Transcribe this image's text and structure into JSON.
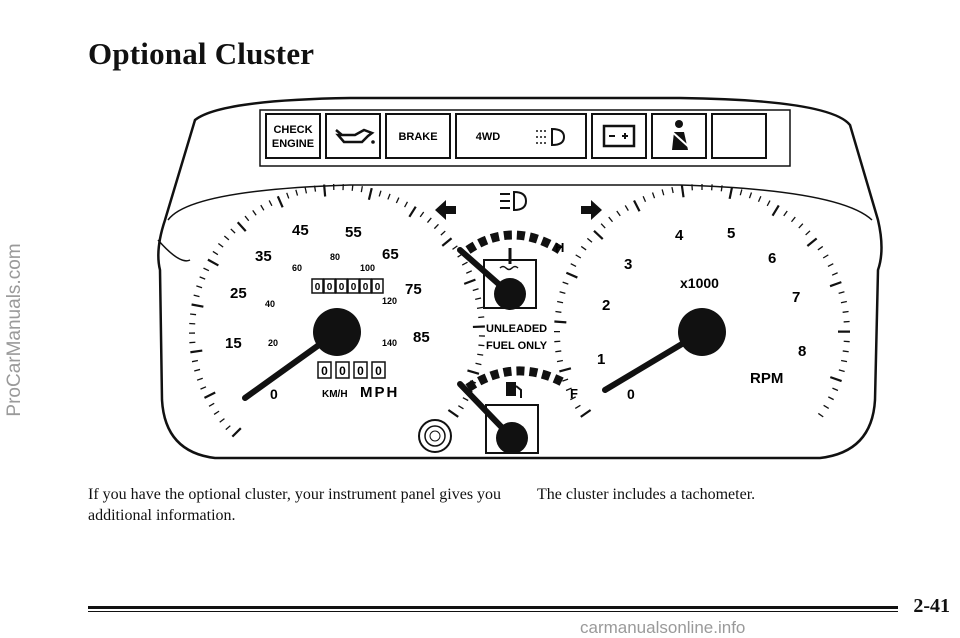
{
  "page": {
    "title": "Optional Cluster",
    "caption_left": "If you have the optional cluster, your instrument panel gives you additional information.",
    "caption_right": "The cluster includes a tachometer.",
    "page_number": "2-41",
    "watermark_side": "ProCarManuals.com",
    "watermark_bottom": "carmanualsonline.info"
  },
  "cluster": {
    "warning_lights": {
      "check_engine": [
        "CHECK",
        "ENGINE"
      ],
      "brake": "BRAKE",
      "four_wd": "4WD"
    },
    "speedometer": {
      "mph_marks": [
        "0",
        "15",
        "25",
        "35",
        "45",
        "55",
        "65",
        "75",
        "85"
      ],
      "kmh_marks": [
        "20",
        "40",
        "60",
        "80",
        "100",
        "120",
        "140"
      ],
      "units_kmh": "KM/H",
      "units_mph": "MPH",
      "odometer_digits": [
        "0",
        "0",
        "0",
        "0",
        "0",
        "0"
      ],
      "trip_digits": [
        "0",
        "0",
        "0",
        "0"
      ]
    },
    "temperature": {
      "high_label": "H"
    },
    "fuel": {
      "full_label": "F",
      "notice_line1": "UNLEADED",
      "notice_line2": "FUEL ONLY"
    },
    "tachometer": {
      "marks": [
        "0",
        "1",
        "2",
        "3",
        "4",
        "5",
        "6",
        "7",
        "8"
      ],
      "multiplier": "x1000",
      "units": "RPM"
    }
  },
  "icons": [
    "check-engine-icon",
    "oil-can-icon",
    "brake-icon",
    "four-wd-icon",
    "high-beam-icon",
    "battery-icon",
    "seatbelt-icon",
    "turn-left-arrow-icon",
    "turn-right-arrow-icon",
    "coolant-temp-icon",
    "fuel-pump-icon",
    "trip-reset-knob-icon"
  ]
}
